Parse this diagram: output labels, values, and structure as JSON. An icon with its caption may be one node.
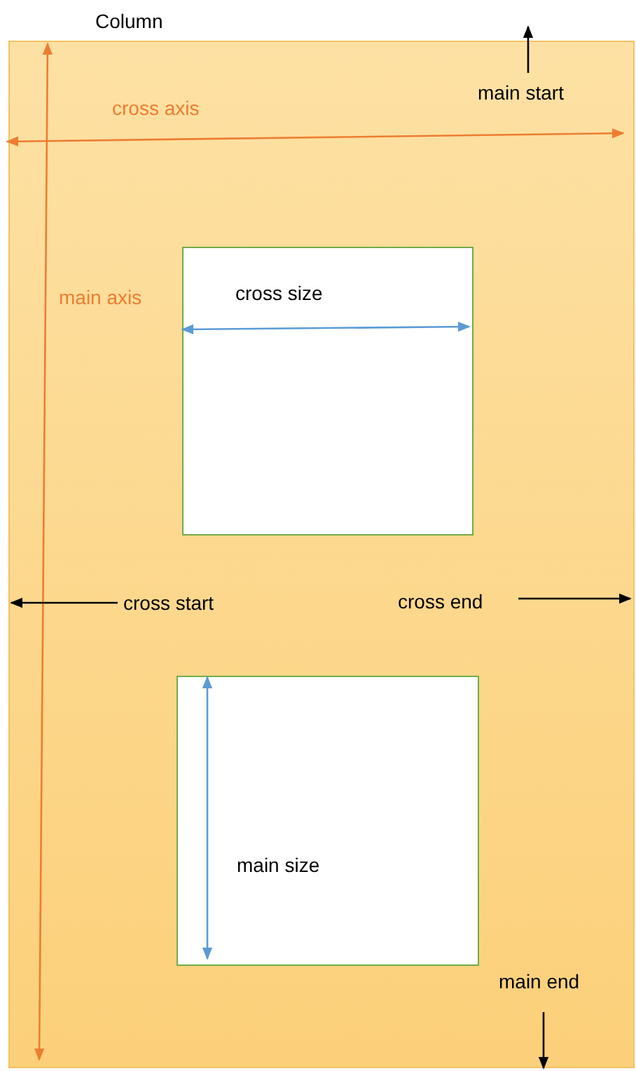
{
  "diagram": {
    "nodes": [
      {
        "text": [
          "Column"
        ]
      },
      {
        "text": [
          "cross size"
        ],
        "in": 0
      },
      {
        "text": [
          "main size"
        ],
        "in": 0
      }
    ],
    "labels": [
      "main start",
      "cross axis",
      "main axis",
      "cross start",
      "cross end",
      "main end"
    ]
  }
}
